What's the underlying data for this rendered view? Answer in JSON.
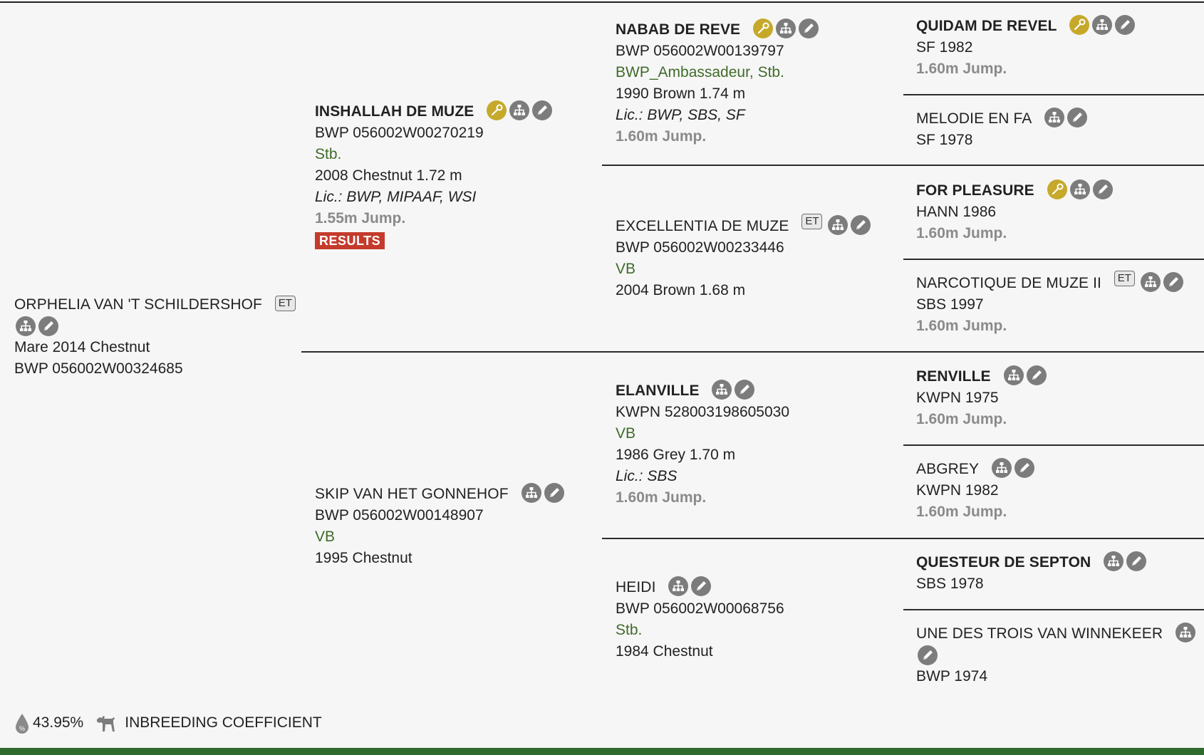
{
  "subject": {
    "name": "ORPHELIA VAN 'T SCHILDERSHOF",
    "et": "ET",
    "line1": "Mare 2014 Chestnut",
    "line2": "BWP 056002W00324685"
  },
  "sire": {
    "name": "INSHALLAH DE MUZE",
    "reg": "BWP 056002W00270219",
    "stud": "Stb.",
    "info": "2008 Chestnut 1.72 m",
    "lic": "Lic.: BWP, MIPAAF, WSI",
    "jump": "1.55m Jump.",
    "results": "RESULTS"
  },
  "dam": {
    "name": "SKIP VAN HET GONNEHOF",
    "reg": "BWP 056002W00148907",
    "stud": "VB",
    "info": "1995 Chestnut"
  },
  "ss": {
    "name": "NABAB DE REVE",
    "reg": "BWP 056002W00139797",
    "stud": "BWP_Ambassadeur, Stb.",
    "info": "1990 Brown 1.74 m",
    "lic": "Lic.: BWP, SBS, SF",
    "jump": "1.60m Jump."
  },
  "sd": {
    "name": "EXCELLENTIA DE MUZE",
    "et": "ET",
    "reg": "BWP 056002W00233446",
    "stud": "VB",
    "info": "2004 Brown 1.68 m"
  },
  "ds": {
    "name": "ELANVILLE",
    "reg": "KWPN 528003198605030",
    "stud": "VB",
    "info": "1986 Grey 1.70 m",
    "lic": "Lic.: SBS",
    "jump": "1.60m Jump."
  },
  "dd": {
    "name": "HEIDI",
    "reg": "BWP 056002W00068756",
    "stud": "Stb.",
    "info": "1984 Chestnut"
  },
  "sss": {
    "name": "QUIDAM DE REVEL",
    "info": "SF 1982",
    "jump": "1.60m Jump."
  },
  "ssd": {
    "name": "MELODIE EN FA",
    "info": "SF 1978"
  },
  "sds": {
    "name": "FOR PLEASURE",
    "info": "HANN 1986",
    "jump": "1.60m Jump."
  },
  "sdd": {
    "name": "NARCOTIQUE DE MUZE II",
    "et": "ET",
    "info": "SBS 1997",
    "jump": "1.60m Jump."
  },
  "dss": {
    "name": "RENVILLE",
    "info": "KWPN 1975",
    "jump": "1.60m Jump."
  },
  "dsd": {
    "name": "ABGREY",
    "info": "KWPN 1982",
    "jump": "1.60m Jump."
  },
  "dds": {
    "name": "QUESTEUR DE SEPTON",
    "info": "SBS 1978"
  },
  "ddd": {
    "name": "UNE DES TROIS VAN WINNEKEER",
    "info": "BWP 1974"
  },
  "footer": {
    "percent": "43.95%",
    "label": "INBREEDING COEFFICIENT"
  },
  "icons": {
    "key": "key-icon",
    "pedigree": "pedigree-tree-icon",
    "edit": "pencil-edit-icon",
    "drop": "percent-drop-icon",
    "horse": "horse-icon"
  },
  "colors": {
    "gold_icon": "#c6a92a",
    "grey_icon": "#7c7c7c",
    "green_text": "#3f6b2a",
    "results_red": "#c43a2b",
    "bottom_bar": "#2e6a2c"
  }
}
